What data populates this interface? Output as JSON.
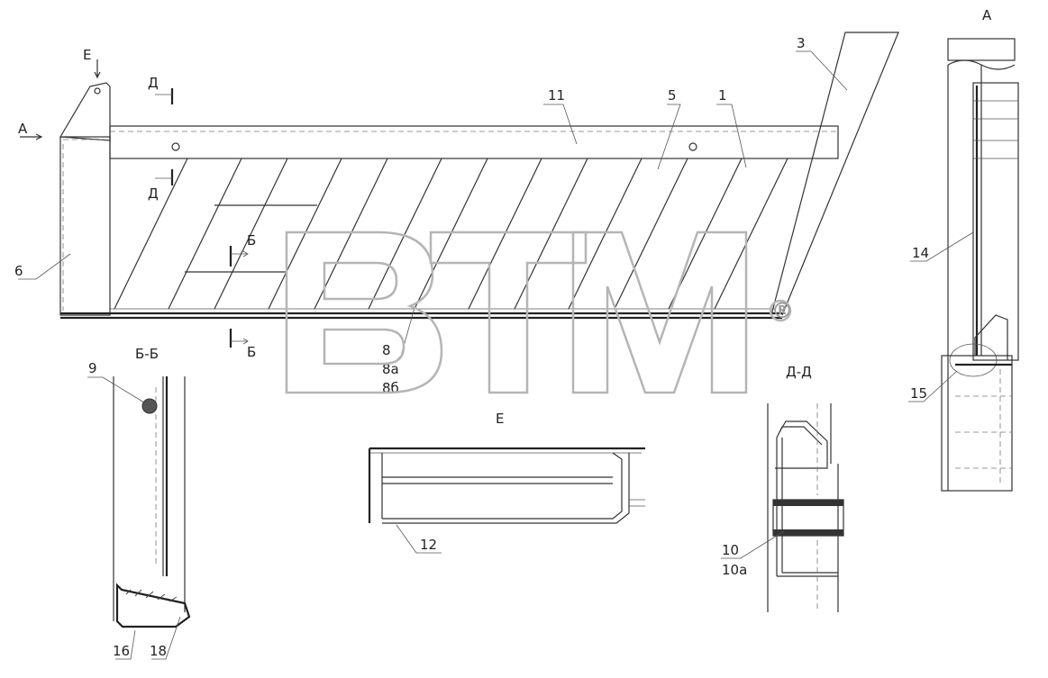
{
  "watermark": {
    "brand": "BTM",
    "registered_mark": "®"
  },
  "view_labels": {
    "view_a": "А",
    "section_b": "Б-Б",
    "view_e": "Е",
    "section_d": "Д-Д"
  },
  "marker_letters": {
    "a": "А",
    "e": "Е",
    "d": "Д",
    "b": "Б"
  },
  "callouts": {
    "p1": "1",
    "p3": "3",
    "p5": "5",
    "p6": "6",
    "p8": "8",
    "p8a": "8а",
    "p8b": "8б",
    "p9": "9",
    "p10": "10",
    "p10a": "10а",
    "p11": "11",
    "p12": "12",
    "p14": "14",
    "p15": "15",
    "p16": "16",
    "p18": "18"
  }
}
